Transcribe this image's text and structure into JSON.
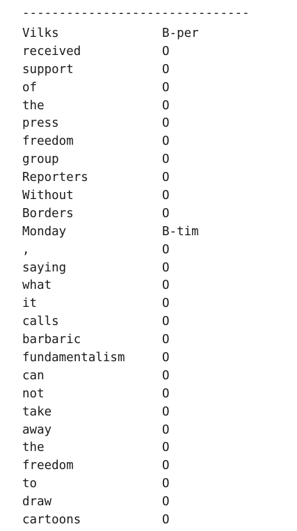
{
  "separator": "-------------------------------",
  "rows": [
    {
      "token": "Vilks",
      "tag": "B-per"
    },
    {
      "token": "received",
      "tag": "O"
    },
    {
      "token": "support",
      "tag": "O"
    },
    {
      "token": "of",
      "tag": "O"
    },
    {
      "token": "the",
      "tag": "O"
    },
    {
      "token": "press",
      "tag": "O"
    },
    {
      "token": "freedom",
      "tag": "O"
    },
    {
      "token": "group",
      "tag": "O"
    },
    {
      "token": "Reporters",
      "tag": "O"
    },
    {
      "token": "Without",
      "tag": "O"
    },
    {
      "token": "Borders",
      "tag": "O"
    },
    {
      "token": "Monday",
      "tag": "B-tim"
    },
    {
      "token": ",",
      "tag": "O"
    },
    {
      "token": "saying",
      "tag": "O"
    },
    {
      "token": "what",
      "tag": "O"
    },
    {
      "token": "it",
      "tag": "O"
    },
    {
      "token": "calls",
      "tag": "O"
    },
    {
      "token": "barbaric",
      "tag": "O"
    },
    {
      "token": "fundamentalism",
      "tag": "O"
    },
    {
      "token": "can",
      "tag": "O"
    },
    {
      "token": "not",
      "tag": "O"
    },
    {
      "token": "take",
      "tag": "O"
    },
    {
      "token": "away",
      "tag": "O"
    },
    {
      "token": "the",
      "tag": "O"
    },
    {
      "token": "freedom",
      "tag": "O"
    },
    {
      "token": "to",
      "tag": "O"
    },
    {
      "token": "draw",
      "tag": "O"
    },
    {
      "token": "cartoons",
      "tag": "O"
    }
  ]
}
